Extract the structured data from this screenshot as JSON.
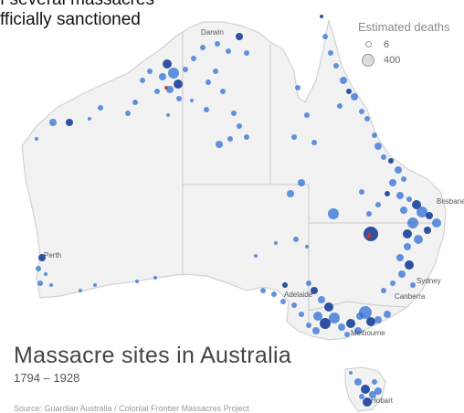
{
  "legend_key": {
    "line1": "f several massacres",
    "line2": "fficially sanctioned"
  },
  "size_legend": {
    "title": "Estimated deaths",
    "small_value": "6",
    "large_value": "400"
  },
  "title": "Massacre sites in Australia",
  "subtitle": "1794 – 1928",
  "source": "Source: Guardian Australia / Colonial Frontier Massacres Project",
  "cities": {
    "darwin": "Darwin",
    "brisbane": "Brisbane",
    "perth": "Perth",
    "sydney": "Sydney",
    "canberra": "Canberra",
    "adelaide": "Adelaide",
    "melbourne": "Melbourne",
    "hobart": "Hobart"
  },
  "colors": {
    "dot": "#2f6fd6",
    "dot_dark": "#1a3f9a",
    "dot_sanctioned": "#c0392b",
    "land": "#f2f2f2",
    "border": "#c9c9c9"
  }
}
